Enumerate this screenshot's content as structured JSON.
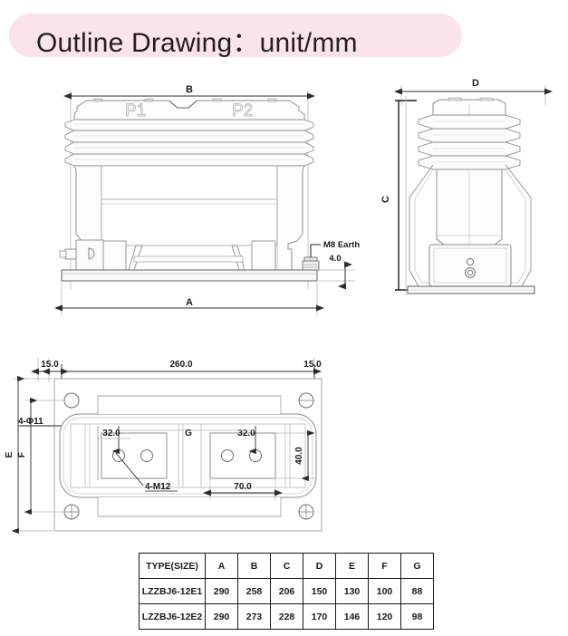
{
  "header": {
    "title": "Outline Drawing：unit/mm",
    "banner_color": "#fbe3ec",
    "text_color": "#231f20"
  },
  "drawing": {
    "front_view": {
      "name": "front-view",
      "terminal_left_label": "P1",
      "terminal_right_label": "P2",
      "dim_top_label": "B",
      "dim_bottom_label": "A",
      "earth_note": "M8 Earth",
      "base_thickness": "4.0"
    },
    "side_view": {
      "name": "side-view",
      "dim_top_label": "D",
      "dim_left_label": "C"
    },
    "plan_view": {
      "name": "plan-view",
      "dim_left_edge": "15.0",
      "dim_right_edge": "15.0",
      "dim_overall_width": "260.0",
      "dim_bolt_left": "32.0",
      "dim_bolt_right": "32.0",
      "dim_center_label": "G",
      "dim_height_label": "40.0",
      "dim_inner_width": "70.0",
      "note_holes": "4-Φ11",
      "note_threads": "4-M12",
      "dim_outer_height": "E",
      "dim_inner_height": "F"
    },
    "line_color": "#2b2b2b",
    "light_line_color": "#b9b9b9"
  },
  "spec_table": {
    "name": "dimension-table",
    "headers": [
      "TYPE(SIZE)",
      "A",
      "B",
      "C",
      "D",
      "E",
      "F",
      "G"
    ],
    "rows": [
      {
        "type": "LZZBJ6-12E1",
        "values": [
          "290",
          "258",
          "206",
          "150",
          "130",
          "100",
          "88"
        ]
      },
      {
        "type": "LZZBJ6-12E2",
        "values": [
          "290",
          "273",
          "228",
          "170",
          "146",
          "120",
          "98"
        ]
      }
    ]
  }
}
